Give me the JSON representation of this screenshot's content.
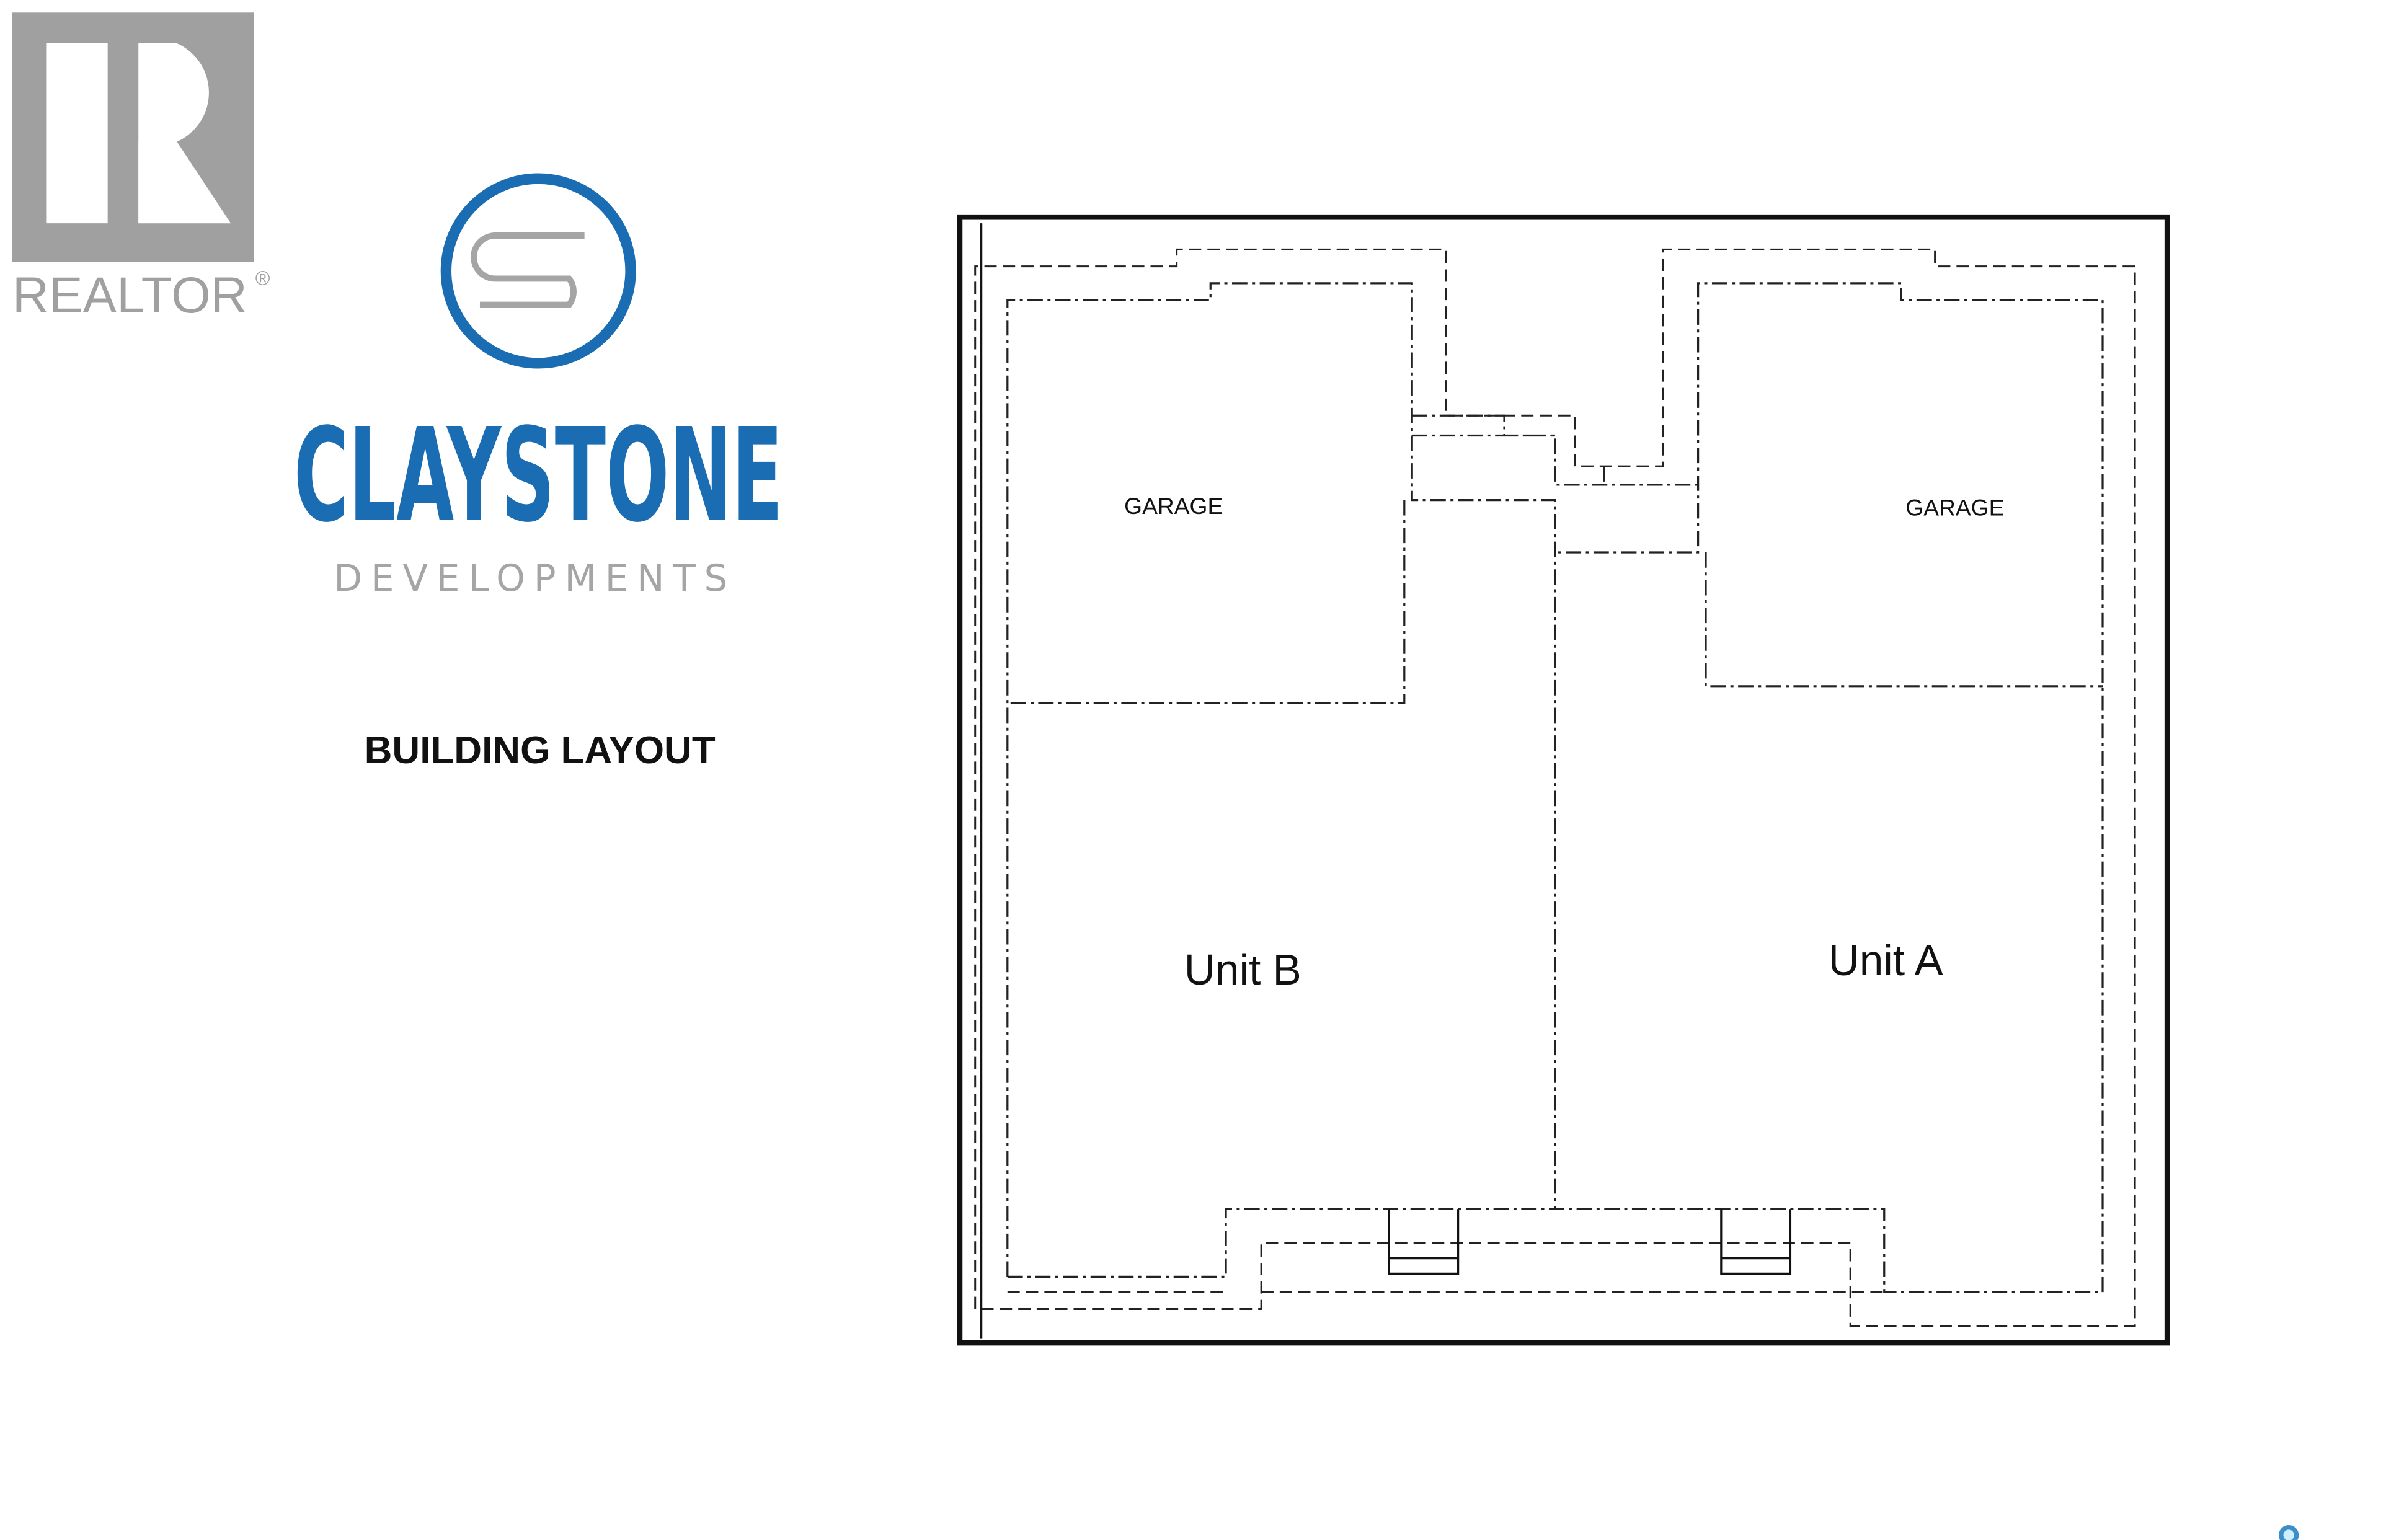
{
  "realtor_logo": {
    "text": "REALTOR",
    "mark": "®",
    "color": "#a0a0a0"
  },
  "brand": {
    "name": "CLAYSTONE",
    "tagline": "DEVELOPMENTS",
    "primary_color": "#1b6db3",
    "secondary_color": "#a5a5a5"
  },
  "heading": "BUILDING LAYOUT",
  "floor_plan": {
    "rooms": {
      "garage_left": "GARAGE",
      "garage_right": "GARAGE",
      "unit_b": "Unit B",
      "unit_a": "Unit A"
    }
  },
  "map_pin": {
    "icon": "map-pin-icon",
    "color": "#3d8fc9"
  }
}
